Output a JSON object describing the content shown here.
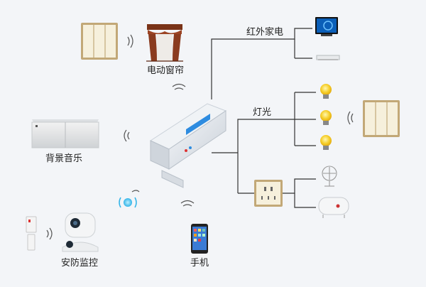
{
  "labels": {
    "curtain": "电动窗帘",
    "audio": "背景音乐",
    "security": "安防监控",
    "phone": "手机",
    "ir_appliances": "红外家电",
    "lighting": "灯光"
  },
  "colors": {
    "background": "#f3f5f8",
    "line": "#333333",
    "signal": "#555555",
    "bulb": "#f2c21b",
    "panel_frame": "#c2a877",
    "panel_key": "#f6f0dc",
    "module": "#dfe4ea",
    "module_accent": "#2e8ce0",
    "curtain": "#8a3b1f",
    "tv_screen": "#0b5fb8",
    "router_glow": "#32b4e8"
  },
  "icons": [
    "wall-switch-panel-icon",
    "curtain-icon",
    "speaker-icon",
    "door-sensor-icon",
    "security-camera-icon",
    "smartphone-icon",
    "controller-module-icon",
    "tv-icon",
    "ac-unit-icon",
    "light-bulb-icon",
    "socket-panel-icon",
    "fan-icon",
    "water-heater-icon",
    "wifi-signal-icon"
  ]
}
